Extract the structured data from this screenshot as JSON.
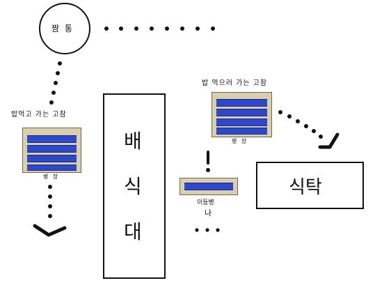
{
  "circle_label": "짬 통",
  "left_label": "밥먹고 가는 고참",
  "left_rank": "병 장",
  "right_label": "밥 먹으러 가는 고참",
  "right_rank": "병 장",
  "middle_rank": "이등병",
  "middle_me": "나",
  "tray_area": {
    "line1": "배",
    "line2": "식",
    "line3": "대"
  },
  "table_label": "식탁",
  "exclaim": "!",
  "colors": {
    "stripe": "#2d48c8",
    "patch": "#d9cfae",
    "line": "#111111"
  }
}
